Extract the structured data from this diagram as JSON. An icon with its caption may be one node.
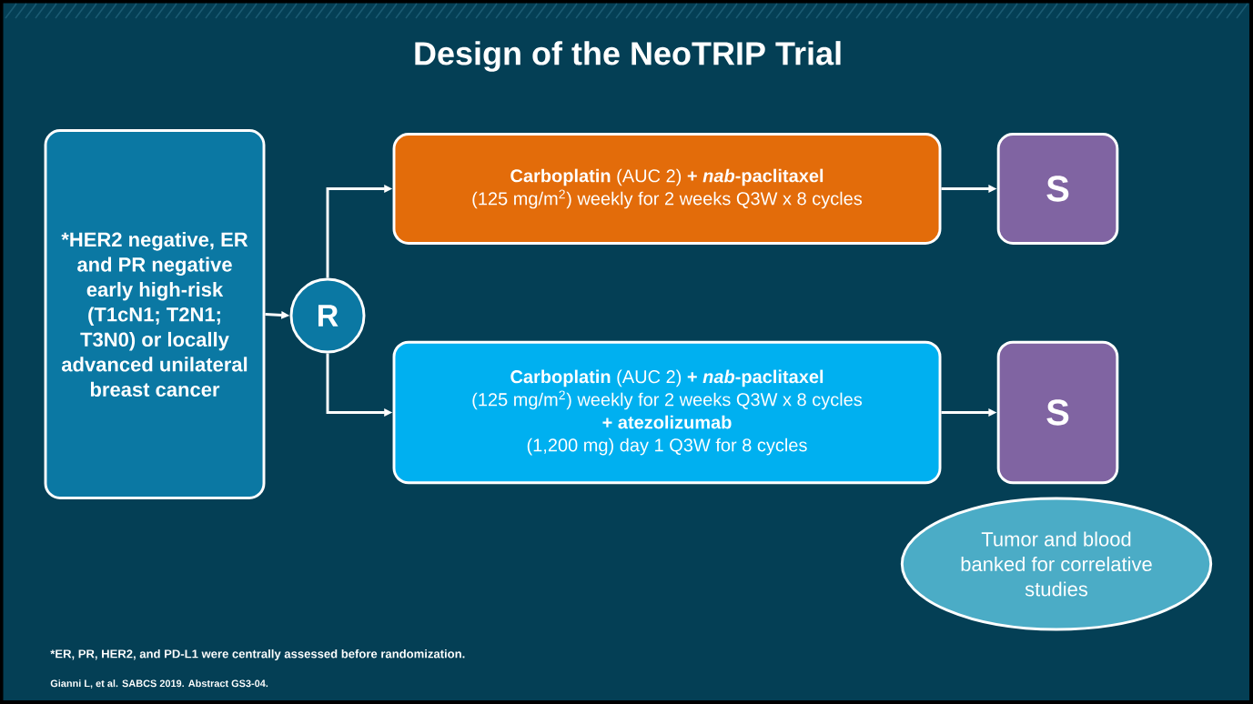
{
  "diagram": {
    "title": "Design of the NeoTRIP Trial",
    "nodes": [
      {
        "text": [
          "*HER2 negative, ER and PR negative early high-risk (T1cN1; T2N1; T3N0) or locally advanced unilateral breast cancer"
        ]
      },
      {
        "text": [
          "R"
        ]
      },
      {
        "text": [
          "**Carboplatin** (AUC 2) **+ *nab*-paclitaxel**",
          "(125 mg/m$^{2}$) weekly for 2 weeks Q3W x 8 cycles"
        ]
      },
      {
        "text": [
          "**Carboplatin** (AUC 2) **+ *nab*-paclitaxel**",
          "(125 mg/m$^{2}$) weekly for 2 weeks Q3W x 8 cycles",
          "+ atezolizumab",
          "(1,200 mg) day 1 Q3W for 8 cycles"
        ]
      },
      {
        "text": [
          "S"
        ]
      },
      {
        "text": [
          "S"
        ]
      },
      {
        "text": [
          "Tumor and blood banked for correlative studies"
        ]
      }
    ],
    "edges": [
      {
        "from": 0,
        "to": 1,
        "arrow": "to"
      },
      {
        "from": 1,
        "to": 2,
        "arrow": "to"
      },
      {
        "from": 1,
        "to": 3,
        "arrow": "to"
      },
      {
        "from": 2,
        "to": 4,
        "arrow": "to"
      },
      {
        "from": 3,
        "to": 5,
        "arrow": "to"
      }
    ],
    "labels": [
      "*ER, PR, HER2, and PD-L1 were centrally assessed before randomization.",
      "Gianni L, et al. SABCS 2019. Abstract GS3-04."
    ]
  }
}
